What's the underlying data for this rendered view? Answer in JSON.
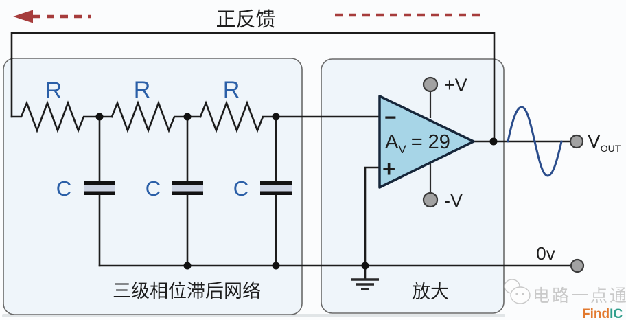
{
  "diagram": {
    "feedback_title": "正反馈",
    "network": {
      "label": "三级相位滞后网络",
      "r1": "R",
      "r2": "R",
      "r3": "R",
      "c1": "C",
      "c2": "C",
      "c3": "C"
    },
    "amplifier": {
      "label": "放大",
      "gain_a": "A",
      "gain_sub": "V",
      "gain_rest": "= 29",
      "inverting": "−",
      "noninverting": "+",
      "pos_supply": "+V",
      "neg_supply": "-V"
    },
    "output": {
      "vout_main": "V",
      "vout_sub": "OUT",
      "zero_volt": "0v"
    },
    "watermark": {
      "brand": "电路一点通",
      "logo_part1": "Find",
      "logo_part2": "IC"
    },
    "colors": {
      "wire": "#1c1c1c",
      "component_label_blue": "#2b5fa7",
      "opamp_fill": "#a7d5e7",
      "opamp_outline": "#16263a",
      "feedback_arrow_red": "#a63c3c",
      "sine_blue": "#2b4d8c",
      "terminal_gray": "#a2a2a2",
      "capacitor_fill": "#ccd3e2",
      "logo_orange": "#e2792f",
      "logo_teal": "#2f9e8b"
    }
  }
}
